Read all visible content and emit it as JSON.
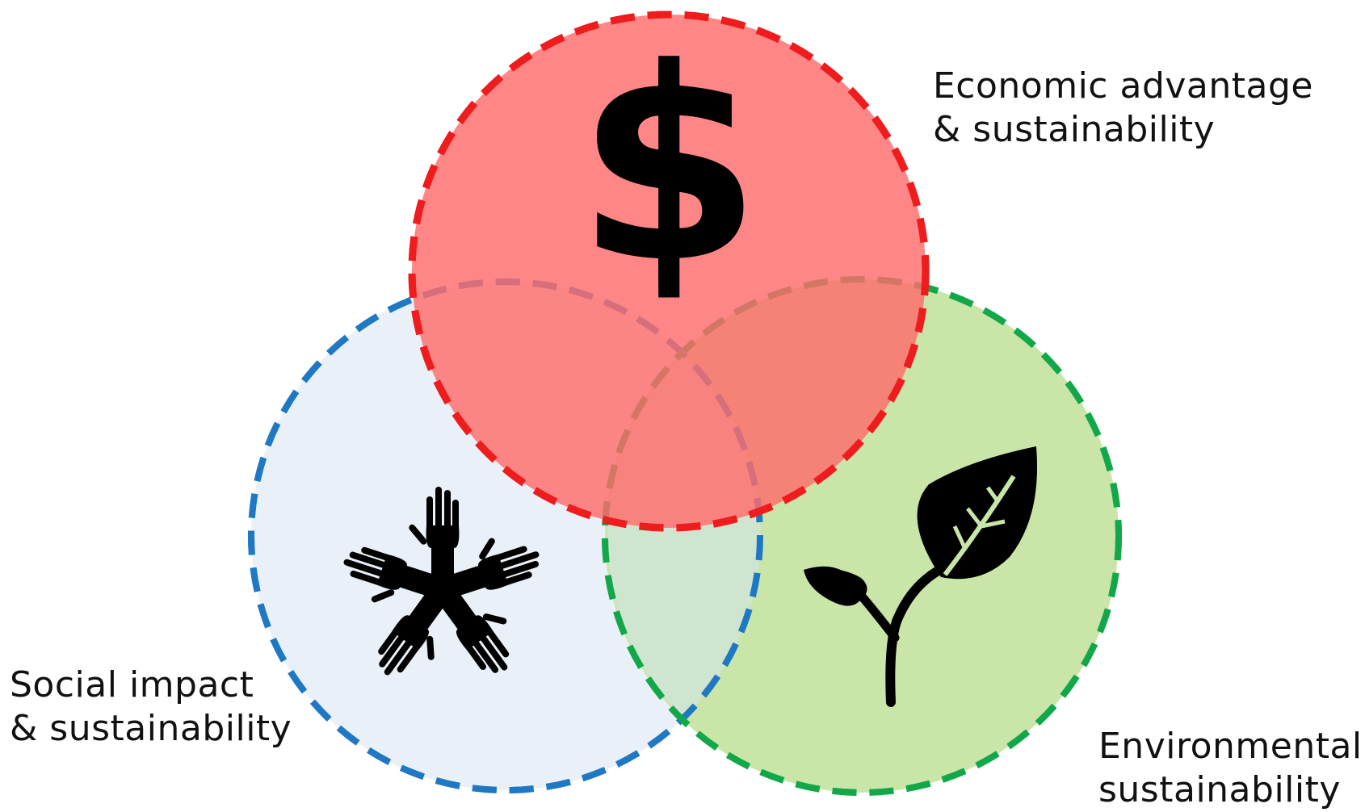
{
  "diagram": {
    "type": "venn",
    "circles": [
      {
        "id": "economic",
        "label_lines": [
          "Economic advantage",
          "& sustainability"
        ],
        "icon": "dollar-sign-icon",
        "fill": "#ff7f7f",
        "stroke": "#ee1c1c"
      },
      {
        "id": "social",
        "label_lines": [
          "Social impact",
          "& sustainability"
        ],
        "icon": "hands-together-icon",
        "fill": "#eaf0f7",
        "stroke": "#1f78c4"
      },
      {
        "id": "environmental",
        "label_lines": [
          "Environmental",
          "sustainability"
        ],
        "icon": "plant-leaves-icon",
        "fill": "#c9e6a8",
        "stroke": "#12a84a"
      }
    ],
    "dollar_symbol": "$"
  }
}
